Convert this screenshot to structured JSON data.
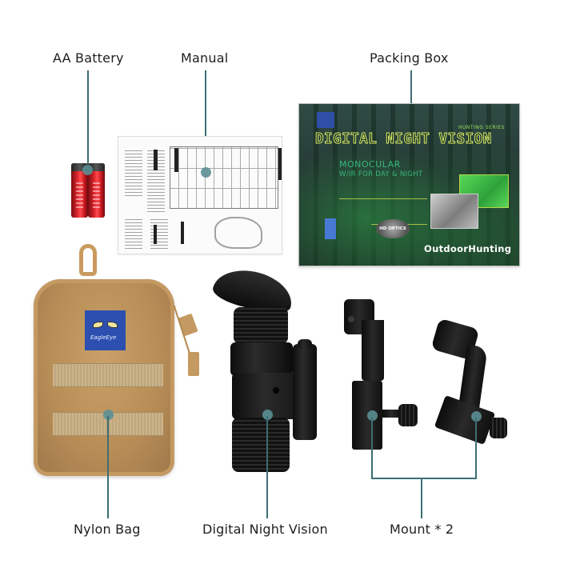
{
  "image": {
    "type": "product-contents-photo",
    "background": "#ffffff",
    "callout_color": "#3d6e73",
    "callout_dot_color": "#5b8f94"
  },
  "labels": {
    "battery": "AA Battery",
    "manual": "Manual",
    "packing_box": "Packing Box",
    "nylon_bag": "Nylon Bag",
    "night_vision": "Digital Night Vision",
    "mount": "Mount * 2"
  },
  "packing_box": {
    "series": "HUNTING SERIES",
    "title": "DIGITAL NIGHT VISION",
    "subtitle_1": "MONOCULAR",
    "subtitle_2": "W/IR FOR DAY & NIGHT",
    "badge": "HD OPTICS",
    "brand": "OutdoorHunting"
  },
  "nylon_bag": {
    "patch_text": "EagleEye"
  }
}
